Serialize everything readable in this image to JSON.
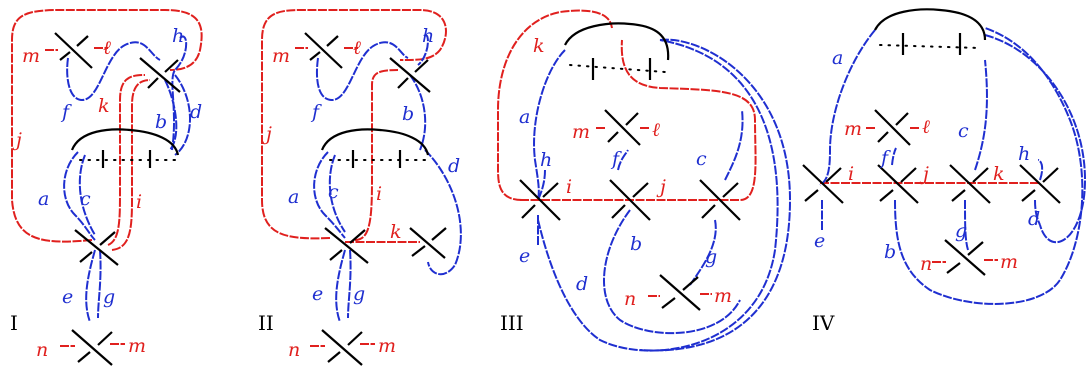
{
  "panels": [
    {
      "id": "I",
      "roman": "I"
    },
    {
      "id": "II",
      "roman": "II"
    },
    {
      "id": "III",
      "roman": "III"
    },
    {
      "id": "IV",
      "roman": "IV"
    }
  ],
  "labels": {
    "I": {
      "m": "m",
      "l": "ℓ",
      "h": "h",
      "f": "f",
      "k": "k",
      "b": "b",
      "d": "d",
      "j": "j",
      "a": "a",
      "c": "c",
      "i": "i",
      "e": "e",
      "g": "g",
      "n": "n",
      "m2": "m"
    },
    "II": {
      "m": "m",
      "l": "ℓ",
      "h": "h",
      "f": "f",
      "b": "b",
      "j": "j",
      "d": "d",
      "a": "a",
      "c": "c",
      "i": "i",
      "k": "k",
      "e": "e",
      "g": "g",
      "n": "n",
      "m2": "m"
    },
    "III": {
      "k": "k",
      "a": "a",
      "m": "m",
      "l": "ℓ",
      "h": "h",
      "i": "i",
      "f": "f",
      "j": "j",
      "c": "c",
      "e": "e",
      "b": "b",
      "g": "g",
      "d": "d",
      "n": "n",
      "m2": "m"
    },
    "IV": {
      "a": "a",
      "m": "m",
      "l": "ℓ",
      "c": "c",
      "f": "f",
      "i": "i",
      "j": "j",
      "h": "h",
      "k": "k",
      "e": "e",
      "g": "g",
      "d": "d",
      "b": "b",
      "n": "n",
      "m2": "m"
    }
  },
  "colors": {
    "red": "#e0201e",
    "blue": "#1f2fd0",
    "black": "#000000"
  }
}
